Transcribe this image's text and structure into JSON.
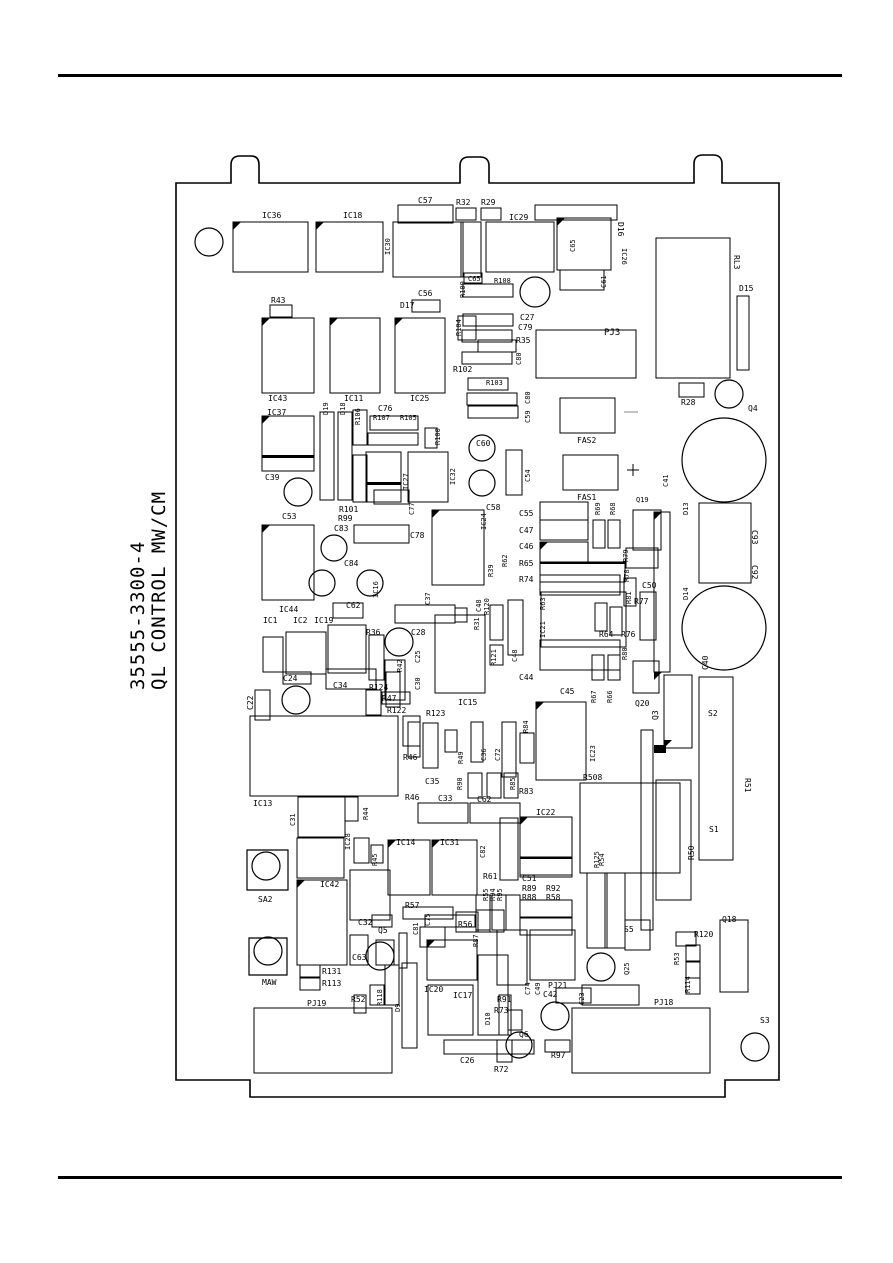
{
  "board": {
    "part_number": "35555-3300-4",
    "title": "QL CONTROL MW/CM"
  },
  "components": [
    {
      "ref": "IC36"
    },
    {
      "ref": "IC18"
    },
    {
      "ref": "C57"
    },
    {
      "ref": "R32"
    },
    {
      "ref": "R29"
    },
    {
      "ref": "IC29"
    },
    {
      "ref": "D16"
    },
    {
      "ref": "IC30"
    },
    {
      "ref": "C65"
    },
    {
      "ref": "IC26"
    },
    {
      "ref": "C61"
    },
    {
      "ref": "RL3"
    },
    {
      "ref": "D15"
    },
    {
      "ref": "R109"
    },
    {
      "ref": "C65"
    },
    {
      "ref": "R108"
    },
    {
      "ref": "C56"
    },
    {
      "ref": "D17"
    },
    {
      "ref": "C27"
    },
    {
      "ref": "R104"
    },
    {
      "ref": "C79"
    },
    {
      "ref": "PJ3"
    },
    {
      "ref": "R35"
    },
    {
      "ref": "C80"
    },
    {
      "ref": "R102"
    },
    {
      "ref": "R103"
    },
    {
      "ref": "C80"
    },
    {
      "ref": "C59"
    },
    {
      "ref": "R28"
    },
    {
      "ref": "Q4"
    },
    {
      "ref": "R43"
    },
    {
      "ref": "IC43"
    },
    {
      "ref": "IC11"
    },
    {
      "ref": "IC25"
    },
    {
      "ref": "IC37"
    },
    {
      "ref": "D19"
    },
    {
      "ref": "D18"
    },
    {
      "ref": "R106"
    },
    {
      "ref": "C76"
    },
    {
      "ref": "R107"
    },
    {
      "ref": "R105"
    },
    {
      "ref": "R100"
    },
    {
      "ref": "FAS2"
    },
    {
      "ref": "C60"
    },
    {
      "ref": "C54"
    },
    {
      "ref": "IC27"
    },
    {
      "ref": "IC32"
    },
    {
      "ref": "C77"
    },
    {
      "ref": "C58"
    },
    {
      "ref": "C39"
    },
    {
      "ref": "FAS1"
    },
    {
      "ref": "C41"
    },
    {
      "ref": "C53"
    },
    {
      "ref": "R101"
    },
    {
      "ref": "R99"
    },
    {
      "ref": "C55"
    },
    {
      "ref": "R69"
    },
    {
      "ref": "R68"
    },
    {
      "ref": "Q19"
    },
    {
      "ref": "D13"
    },
    {
      "ref": "C93"
    },
    {
      "ref": "C83"
    },
    {
      "ref": "C78"
    },
    {
      "ref": "IC24"
    },
    {
      "ref": "C47"
    },
    {
      "ref": "C46"
    },
    {
      "ref": "R79"
    },
    {
      "ref": "C84"
    },
    {
      "ref": "R62"
    },
    {
      "ref": "R65"
    },
    {
      "ref": "R78"
    },
    {
      "ref": "C92"
    },
    {
      "ref": "C48"
    },
    {
      "ref": "IC16"
    },
    {
      "ref": "R39"
    },
    {
      "ref": "R74"
    },
    {
      "ref": "C50"
    },
    {
      "ref": "D14"
    },
    {
      "ref": "IC44"
    },
    {
      "ref": "C62"
    },
    {
      "ref": "C37"
    },
    {
      "ref": "R31"
    },
    {
      "ref": "R120"
    },
    {
      "ref": "R63"
    },
    {
      "ref": "R77"
    },
    {
      "ref": "IC1"
    },
    {
      "ref": "IC2"
    },
    {
      "ref": "IC19"
    },
    {
      "ref": "R36"
    },
    {
      "ref": "C28"
    },
    {
      "ref": "IC21"
    },
    {
      "ref": "R81"
    },
    {
      "ref": "R64"
    },
    {
      "ref": "R76"
    },
    {
      "ref": "C40"
    },
    {
      "ref": "C25"
    },
    {
      "ref": "R42"
    },
    {
      "ref": "C48"
    },
    {
      "ref": "R121"
    },
    {
      "ref": "R80"
    },
    {
      "ref": "C22"
    },
    {
      "ref": "C24"
    },
    {
      "ref": "C34"
    },
    {
      "ref": "R124"
    },
    {
      "ref": "R47"
    },
    {
      "ref": "C30"
    },
    {
      "ref": "C44"
    },
    {
      "ref": "R67"
    },
    {
      "ref": "R66"
    },
    {
      "ref": "Q20"
    },
    {
      "ref": "R122"
    },
    {
      "ref": "R123"
    },
    {
      "ref": "IC15"
    },
    {
      "ref": "C45"
    },
    {
      "ref": "Q3"
    },
    {
      "ref": "S2"
    },
    {
      "ref": "R84"
    },
    {
      "ref": "R46"
    },
    {
      "ref": "R49"
    },
    {
      "ref": "C36"
    },
    {
      "ref": "C72"
    },
    {
      "ref": "IC13"
    },
    {
      "ref": "C35"
    },
    {
      "ref": "R90"
    },
    {
      "ref": "R85"
    },
    {
      "ref": "IC23"
    },
    {
      "ref": "R51"
    },
    {
      "ref": "R46"
    },
    {
      "ref": "C33"
    },
    {
      "ref": "C62"
    },
    {
      "ref": "R83"
    },
    {
      "ref": "R508"
    },
    {
      "ref": "R44"
    },
    {
      "ref": "C31"
    },
    {
      "ref": "IC22"
    },
    {
      "ref": "IC14"
    },
    {
      "ref": "IC31"
    },
    {
      "ref": "C82"
    },
    {
      "ref": "IC28"
    },
    {
      "ref": "R45"
    },
    {
      "ref": "R125"
    },
    {
      "ref": "R54"
    },
    {
      "ref": "R50"
    },
    {
      "ref": "S1"
    },
    {
      "ref": "IC42"
    },
    {
      "ref": "R61"
    },
    {
      "ref": "C51"
    },
    {
      "ref": "R89"
    },
    {
      "ref": "R92"
    },
    {
      "ref": "R88"
    },
    {
      "ref": "R58"
    },
    {
      "ref": "R55"
    },
    {
      "ref": "R94"
    },
    {
      "ref": "R95"
    },
    {
      "ref": "SA2"
    },
    {
      "ref": "C32"
    },
    {
      "ref": "R57"
    },
    {
      "ref": "C75"
    },
    {
      "ref": "R56"
    },
    {
      "ref": "Q18"
    },
    {
      "ref": "C81"
    },
    {
      "ref": "Q5"
    },
    {
      "ref": "S5"
    },
    {
      "ref": "R120"
    },
    {
      "ref": "R87"
    },
    {
      "ref": "C63"
    },
    {
      "ref": "R53"
    },
    {
      "ref": "Q25"
    },
    {
      "ref": "R131"
    },
    {
      "ref": "IC20"
    },
    {
      "ref": "C74"
    },
    {
      "ref": "C49"
    },
    {
      "ref": "PJ21"
    },
    {
      "ref": "R114"
    },
    {
      "ref": "R113"
    },
    {
      "ref": "MAW"
    },
    {
      "ref": "R52"
    },
    {
      "ref": "R118"
    },
    {
      "ref": "D9"
    },
    {
      "ref": "IC17"
    },
    {
      "ref": "R91"
    },
    {
      "ref": "C42"
    },
    {
      "ref": "C23"
    },
    {
      "ref": "PJ19"
    },
    {
      "ref": "PJ18"
    },
    {
      "ref": "D10"
    },
    {
      "ref": "R73"
    },
    {
      "ref": "S3"
    },
    {
      "ref": "Q6"
    },
    {
      "ref": "R97"
    },
    {
      "ref": "C26"
    },
    {
      "ref": "R72"
    }
  ]
}
